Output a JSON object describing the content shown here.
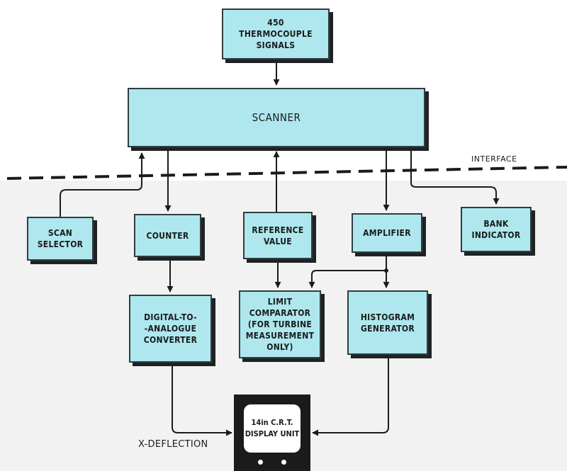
{
  "blocks": {
    "thermocouple": "450\nTHERMOCOUPLE\nSIGNALS",
    "scanner": "SCANNER",
    "scan_selector": "SCAN\nSELECTOR",
    "counter": "COUNTER",
    "reference_value": "REFERENCE\nVALUE",
    "amplifier": "AMPLIFIER",
    "bank_indicator": "BANK\nINDICATOR",
    "dac": "DIGITAL-TO-\n-ANALOGUE\nCONVERTER",
    "limit_comparator": "LIMIT\nCOMPARATOR\n(FOR TURBINE\nMEASUREMENT\nONLY)",
    "histogram_generator": "HISTOGRAM\nGENERATOR",
    "crt_display": "14in C.R.T.\nDISPLAY UNIT"
  },
  "labels": {
    "interface": "INTERFACE",
    "x_deflection": "X-DEFLECTION"
  },
  "colors": {
    "block_fill": "#aee8ee",
    "line": "#1b1b1b",
    "lower_background": "#f1f2f1"
  }
}
